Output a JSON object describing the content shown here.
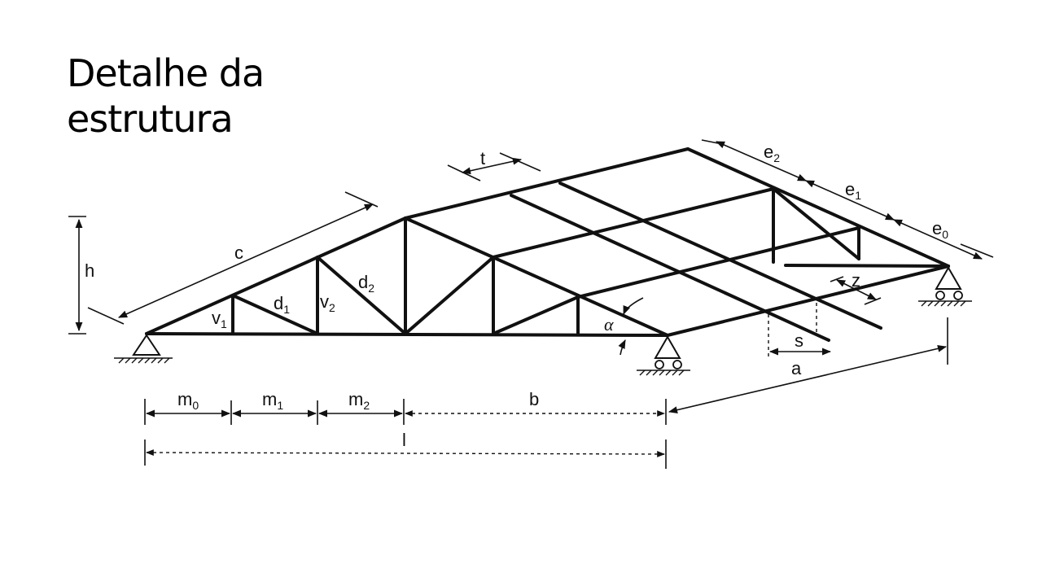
{
  "title": {
    "line1": "Detalhe da",
    "line2": "estrutura"
  },
  "labels": {
    "c": "c",
    "h": "h",
    "t": "t",
    "v1": "v",
    "v1_sub": "1",
    "v2": "v",
    "v2_sub": "2",
    "d1": "d",
    "d1_sub": "1",
    "d2": "d",
    "d2_sub": "2",
    "alpha": "α",
    "e2": "e",
    "e2_sub": "2",
    "e1": "e",
    "e1_sub": "1",
    "e0": "e",
    "e0_sub": "0",
    "z": "z",
    "s": "s",
    "a": "a",
    "m0": "m",
    "m0_sub": "0",
    "m1": "m",
    "m1_sub": "1",
    "m2": "m",
    "m2_sub": "2",
    "b": "b",
    "l": "l"
  }
}
